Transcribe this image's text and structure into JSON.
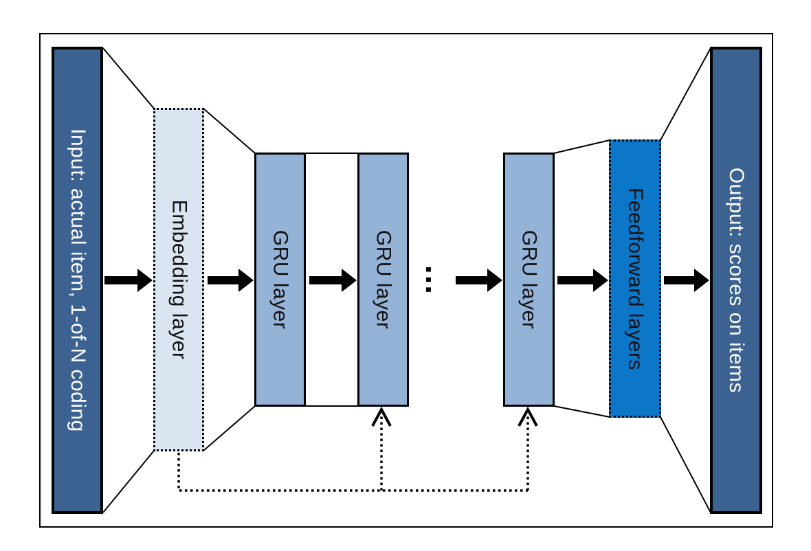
{
  "diagram": {
    "description": "Recurrent neural network architecture flowing left to right",
    "layers": [
      {
        "id": "input",
        "label": "Input: actual item, 1-of-N coding",
        "fill": "#3B6291",
        "text_color": "#FFFFFF",
        "border_style": "solid"
      },
      {
        "id": "embedding",
        "label": "Embedding layer",
        "fill": "#DBE5F1",
        "text_color": "#111111",
        "border_style": "dotted"
      },
      {
        "id": "gru1",
        "label": "GRU layer",
        "fill": "#95B3D7",
        "text_color": "#111111",
        "border_style": "solid"
      },
      {
        "id": "gru2",
        "label": "GRU layer",
        "fill": "#95B3D7",
        "text_color": "#111111",
        "border_style": "solid"
      },
      {
        "id": "gru3",
        "label": "GRU layer",
        "fill": "#95B3D7",
        "text_color": "#111111",
        "border_style": "solid"
      },
      {
        "id": "feedforward",
        "label": "Feedforward layers",
        "fill": "#0C76C8",
        "text_color": "#111111",
        "border_style": "dotted"
      },
      {
        "id": "output",
        "label": "Output: scores on items",
        "fill": "#3B6291",
        "text_color": "#FFFFFF",
        "border_style": "solid"
      }
    ],
    "ellipsis": "…",
    "connections": {
      "forward_arrows": 6,
      "skip_connection": "dotted line from Embedding layer bottom to bottoms of GRU layer 2 and GRU layer 3 with open arrowheads"
    },
    "colors": {
      "dark_blue": "#3B6291",
      "light_blue": "#95B3D7",
      "pale_blue": "#DBE5F1",
      "vivid_blue": "#0C76C8",
      "line": "#000000",
      "background": "#FFFFFF"
    }
  }
}
